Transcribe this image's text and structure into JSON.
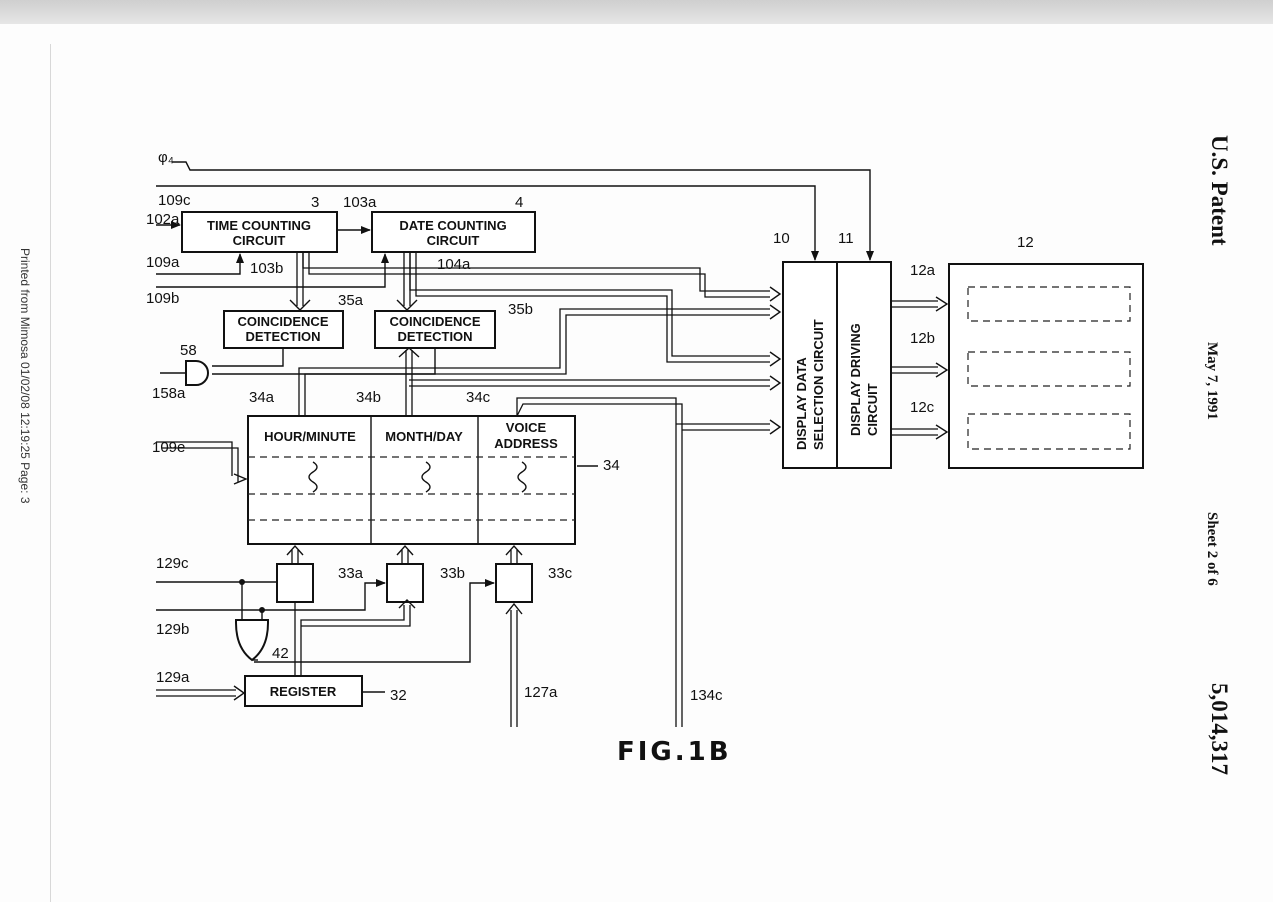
{
  "header": {
    "patent_label": "U.S. Patent",
    "date": "May 7, 1991",
    "sheet": "Sheet 2 of 6",
    "patent_number": "5,014,317"
  },
  "print_stamp": "Printed from Mimosa 01/02/08 12:19:25 Page: 3",
  "figure_title": "FIG.1B",
  "blocks": {
    "time_counting_line1": "TIME COUNTING",
    "time_counting_line2": "CIRCUIT",
    "date_counting_line1": "DATE COUNTING",
    "date_counting_line2": "CIRCUIT",
    "coincidence_a_line1": "COINCIDENCE",
    "coincidence_a_line2": "DETECTION",
    "coincidence_b_line1": "COINCIDENCE",
    "coincidence_b_line2": "DETECTION",
    "memory_col1": "HOUR/MINUTE",
    "memory_col2": "MONTH/DAY",
    "memory_col3_line1": "VOICE",
    "memory_col3_line2": "ADDRESS",
    "register": "REGISTER",
    "display_selection_line1": "DISPLAY  DATA",
    "display_selection_line2": "SELECTION CIRCUIT",
    "display_driving_line1": "DISPLAY DRIVING",
    "display_driving_line2": "CIRCUIT"
  },
  "refs": {
    "phi4": "φ₄",
    "r109c": "109c",
    "r102a": "102a",
    "r109a": "109a",
    "r109b": "109b",
    "r109e": "109e",
    "r3": "3",
    "r4": "4",
    "r103a": "103a",
    "r103b": "103b",
    "r104a": "104a",
    "r35a": "35a",
    "r35b": "35b",
    "r58": "58",
    "r158a": "158a",
    "r34a": "34a",
    "r34b": "34b",
    "r34c": "34c",
    "r34": "34",
    "r10": "10",
    "r11": "11",
    "r12": "12",
    "r12a": "12a",
    "r12b": "12b",
    "r12c": "12c",
    "r129c": "129c",
    "r129b": "129b",
    "r129a": "129a",
    "r33a": "33a",
    "r33b": "33b",
    "r33c": "33c",
    "r42": "42",
    "r32": "32",
    "r127a": "127a",
    "r134c": "134c"
  }
}
